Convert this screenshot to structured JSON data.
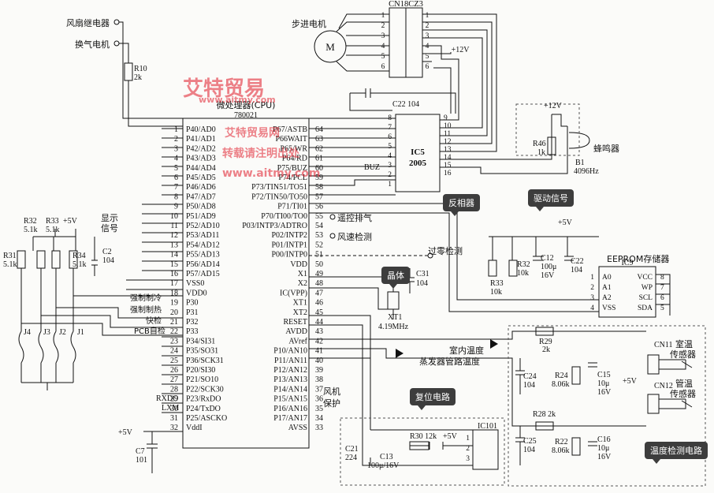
{
  "top_labels": {
    "fan_relay": "风扇继电器",
    "vent_motor": "换气电机",
    "stepper": "步进电机",
    "cn18": "CN18CZ3",
    "motor_m": "M",
    "plus12v_top": "+12V"
  },
  "cpu": {
    "title": "微处理器(CPU)",
    "part": "780021",
    "left_pins": [
      {
        "n": "1",
        "name": "P40/AD0"
      },
      {
        "n": "2",
        "name": "P41/AD1"
      },
      {
        "n": "3",
        "name": "P42/AD2"
      },
      {
        "n": "4",
        "name": "P43/AD3"
      },
      {
        "n": "5",
        "name": "P44/AD4"
      },
      {
        "n": "6",
        "name": "P45/AD5"
      },
      {
        "n": "7",
        "name": "P46/AD6"
      },
      {
        "n": "8",
        "name": "P47/AD7"
      },
      {
        "n": "9",
        "name": "P50/AD8"
      },
      {
        "n": "10",
        "name": "P51/AD9"
      },
      {
        "n": "11",
        "name": "P52/AD10"
      },
      {
        "n": "12",
        "name": "P53/AD11"
      },
      {
        "n": "13",
        "name": "P54/AD12"
      },
      {
        "n": "14",
        "name": "P55/AD13"
      },
      {
        "n": "15",
        "name": "P56/AD14"
      },
      {
        "n": "16",
        "name": "P57/AD15"
      },
      {
        "n": "17",
        "name": "VSS0"
      },
      {
        "n": "18",
        "name": "VDD0"
      },
      {
        "n": "19",
        "name": "P30"
      },
      {
        "n": "20",
        "name": "P31"
      },
      {
        "n": "21",
        "name": "P32"
      },
      {
        "n": "22",
        "name": "P33"
      },
      {
        "n": "23",
        "name": "P34/SI31"
      },
      {
        "n": "24",
        "name": "P35/SO31"
      },
      {
        "n": "25",
        "name": "P36/SCK31"
      },
      {
        "n": "26",
        "name": "P20/SI30"
      },
      {
        "n": "27",
        "name": "P21/SO10"
      },
      {
        "n": "28",
        "name": "P22/SCK30"
      },
      {
        "n": "29",
        "name": "P23/RxDO"
      },
      {
        "n": "30",
        "name": "P24/TxDO"
      },
      {
        "n": "31",
        "name": "P25/ASCKO"
      },
      {
        "n": "32",
        "name": "VddI"
      }
    ],
    "right_pins": [
      {
        "n": "64",
        "name": "P67/ASTB"
      },
      {
        "n": "63",
        "name": "P66WAIT"
      },
      {
        "n": "62",
        "name": "P65/WR"
      },
      {
        "n": "61",
        "name": "P64/RD"
      },
      {
        "n": "60",
        "name": "P75/BUZ"
      },
      {
        "n": "59",
        "name": "P74/PCL"
      },
      {
        "n": "58",
        "name": "P73/TIN51/TO51"
      },
      {
        "n": "57",
        "name": "P72/TIN50/TO50"
      },
      {
        "n": "56",
        "name": "P71/TI01"
      },
      {
        "n": "55",
        "name": "P70/TI00/TO0"
      },
      {
        "n": "54",
        "name": "P03/INTP3/ADTRO"
      },
      {
        "n": "53",
        "name": "P02/INTP2"
      },
      {
        "n": "52",
        "name": "P01/INTP1"
      },
      {
        "n": "51",
        "name": "P00/INTP0"
      },
      {
        "n": "50",
        "name": "VDD"
      },
      {
        "n": "49",
        "name": "X1"
      },
      {
        "n": "48",
        "name": "X2"
      },
      {
        "n": "47",
        "name": "IC(VPP)"
      },
      {
        "n": "46",
        "name": "XT1"
      },
      {
        "n": "45",
        "name": "XT2"
      },
      {
        "n": "44",
        "name": "RESET"
      },
      {
        "n": "43",
        "name": "AVDD"
      },
      {
        "n": "42",
        "name": "AVref"
      },
      {
        "n": "41",
        "name": "P10/AN10"
      },
      {
        "n": "40",
        "name": "P11/AN11"
      },
      {
        "n": "39",
        "name": "P12/AN12"
      },
      {
        "n": "38",
        "name": "P13/AN13"
      },
      {
        "n": "37",
        "name": "P14/AN14"
      },
      {
        "n": "36",
        "name": "P15/AN15"
      },
      {
        "n": "35",
        "name": "P16/AN16"
      },
      {
        "n": "34",
        "name": "P17/AN17"
      },
      {
        "n": "33",
        "name": "AVSS"
      }
    ]
  },
  "ic5": {
    "name": "IC5",
    "part": "2005",
    "left_pins": [
      "8",
      "7",
      "6",
      "5",
      "4",
      "3",
      "2",
      "1"
    ],
    "right_pins": [
      "9",
      "10",
      "11",
      "12",
      "13",
      "14",
      "15",
      "16"
    ],
    "buz": "BUZ"
  },
  "cn18_pins": [
    "1",
    "2",
    "3",
    "4",
    "5",
    "6"
  ],
  "c22": "C22 104",
  "buzzer": {
    "vcc": "+12V",
    "r46": "R46",
    "r46v": "1k",
    "b1": "B1",
    "freq": "4096Hz",
    "label": "蜂鸣器"
  },
  "left_net": {
    "r10": "R10",
    "r10v": "2k",
    "r32": "R32",
    "r32v": "5.1k",
    "r33": "R33",
    "r33v": "5.1k",
    "r31": "R31",
    "r31v": "5.1k",
    "r34": "R34",
    "r34v": "5.1k",
    "vcc": "+5V",
    "c2": "C2",
    "c2v": "104",
    "display": "显示",
    "signal": "信号",
    "j": [
      "J4",
      "J3",
      "J2",
      "J1"
    ],
    "force_cool": "强制制冷",
    "force_heat": "强制制热",
    "quick": "快检",
    "pcb_test": "PCB自检",
    "rxdo": "RXDO",
    "lxm": "LXM",
    "vcc_c7": "+5V",
    "c7": "C7",
    "c7v": "101"
  },
  "mid_labels": {
    "remote_vent": "遥控排气",
    "wind_detect": "风速检测",
    "zero_cross": "过零检测",
    "c31": "C31",
    "c31v": "104",
    "xt1": "XT1",
    "xt1f": "4.19MHz",
    "crystal": "晶体",
    "fan_protect_1": "风机",
    "fan_protect_2": "保护",
    "indoor_temp": "室内温度",
    "evap_temp": "蒸发器管路温度"
  },
  "eeprom": {
    "title": "EEPROM存储器",
    "ic": "IC9",
    "pins_l": [
      "A0",
      "A1",
      "A2",
      "VSS"
    ],
    "pins_r": [
      "VCC",
      "WP",
      "SCL",
      "SDA"
    ],
    "nums_l": [
      "1",
      "2",
      "3",
      "4"
    ],
    "nums_r": [
      "8",
      "7",
      "6",
      "5"
    ],
    "vcc": "+5V",
    "r33": "R33",
    "r33v": "10k",
    "r32": "R32",
    "r32v": "10k",
    "c12": "C12",
    "c12v": "100μ",
    "c12vv": "16V",
    "c22": "C22",
    "c22v": "104"
  },
  "reset": {
    "ic": "IC101",
    "c21": "C21",
    "c21v": "224",
    "c13": "C13",
    "c13v": "100μ/16V",
    "r30": "R30 12k",
    "vcc": "+5V",
    "pins": [
      "1",
      "2",
      "3"
    ]
  },
  "temp": {
    "r29": "R29",
    "r29v": "2k",
    "r28": "R28 2k",
    "c24": "C24",
    "c24v": "104",
    "r24": "R24",
    "r24v": "8.06k",
    "c15": "C15",
    "c15v": "10μ",
    "c15vv": "16V",
    "c25": "C25",
    "c25v": "104",
    "r22": "R22",
    "r22v": "8.06k",
    "c16": "C16",
    "c16v": "10μ",
    "c16vv": "16V",
    "cn11": "CN11",
    "cn12": "CN12",
    "room1": "室温",
    "room2": "传感器",
    "pipe1": "管温",
    "pipe2": "传感器",
    "vcc": "+5V"
  },
  "tags": {
    "inverter": "反相器",
    "drive": "驱动信号",
    "reset": "复位电路",
    "temp": "温度检测电路"
  },
  "watermark": {
    "brand": "艾特贸易",
    "brand2": "艾特贸易网",
    "url": "www.aitmy.com",
    "url2": "www.aitmy.com",
    "notice": "转载请注明出处"
  }
}
